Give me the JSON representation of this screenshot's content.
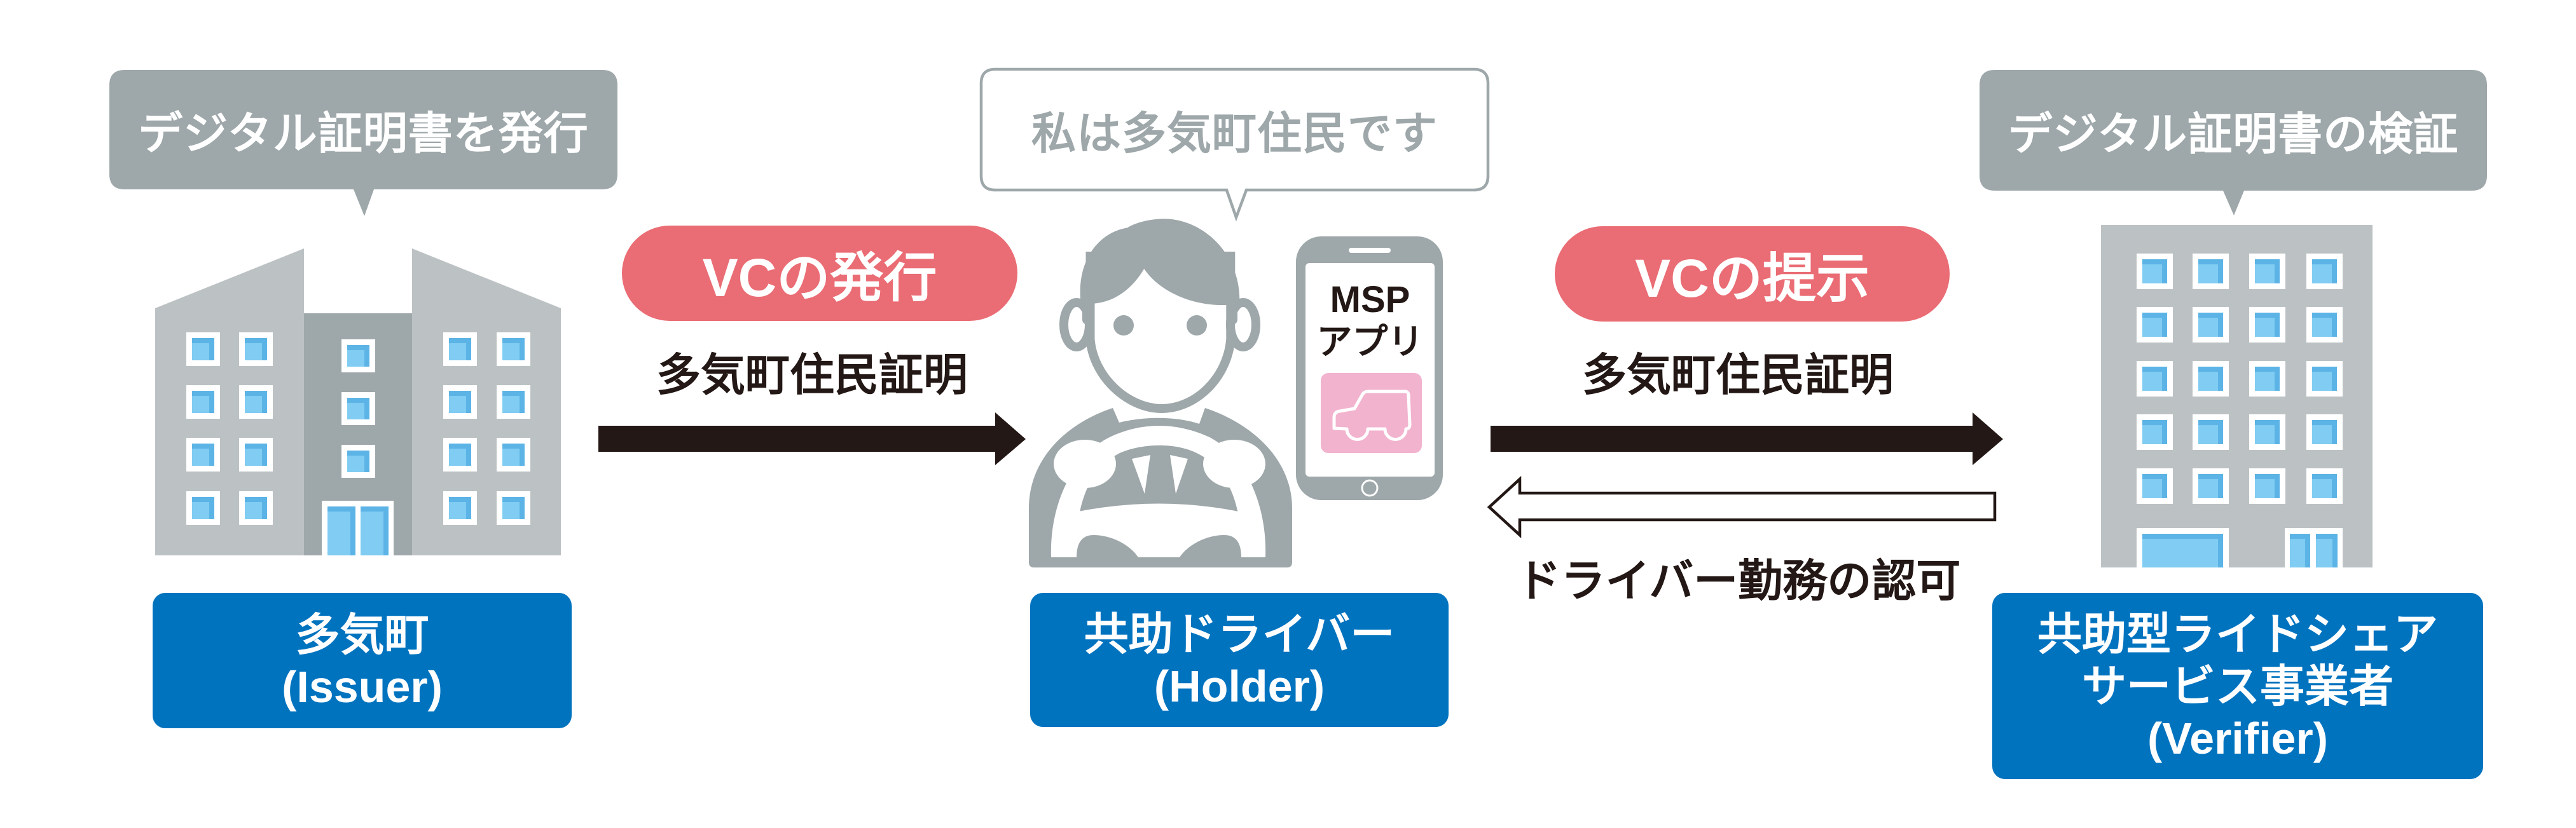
{
  "issuer": {
    "bubble_text": "デジタル証明書を発行",
    "icon": "office-building-icon",
    "label_lines": [
      "多気町",
      "(Issuer)"
    ]
  },
  "holder": {
    "bubble_text": "私は多気町住民です",
    "icon": "driver-person-icon",
    "label_lines": [
      "共助ドライバー",
      "(Holder)"
    ],
    "phone": {
      "icon": "smartphone-icon",
      "app_name_line1": "MSP",
      "app_name_line2": "アプリ",
      "app_icon": "car-icon"
    }
  },
  "verifier": {
    "bubble_text": "デジタル証明書の検証",
    "icon": "tall-building-icon",
    "label_lines": [
      "共助型ライドシェア",
      "サービス事業者",
      "(Verifier)"
    ]
  },
  "flows": [
    {
      "badge": "VCの発行",
      "caption": "多気町住民証明",
      "direction": "right",
      "from": "Issuer",
      "to": "Holder",
      "arrow_style": "filled"
    },
    {
      "badge": "VCの提示",
      "caption": "多気町住民証明",
      "direction": "right",
      "from": "Holder",
      "to": "Verifier",
      "arrow_style": "filled"
    },
    {
      "caption": "ドライバー勤務の認可",
      "direction": "left",
      "from": "Verifier",
      "to": "Holder",
      "arrow_style": "outline"
    }
  ],
  "colors": {
    "bubble_gray": "#9ea7a9",
    "building_light": "#bcc2c4",
    "label_blue": "#0073bf",
    "badge_red": "#ea6c74",
    "arrow_dark": "#231815",
    "app_pink": "#f2b3ce",
    "window_light": "#80ccf2",
    "window_dark": "#5cb4e6"
  }
}
